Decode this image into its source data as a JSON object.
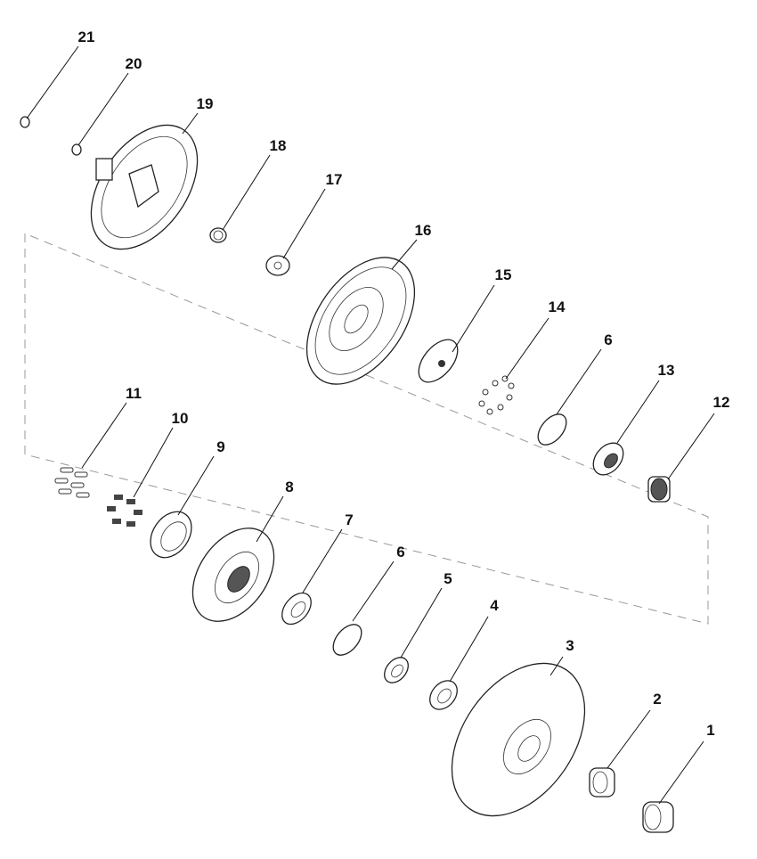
{
  "diagram": {
    "type": "exploded-parts-view",
    "callouts": [
      {
        "id": "21",
        "label": "21"
      },
      {
        "id": "20",
        "label": "20"
      },
      {
        "id": "19",
        "label": "19"
      },
      {
        "id": "18",
        "label": "18"
      },
      {
        "id": "17",
        "label": "17"
      },
      {
        "id": "16",
        "label": "16"
      },
      {
        "id": "15",
        "label": "15"
      },
      {
        "id": "14",
        "label": "14"
      },
      {
        "id": "6a",
        "label": "6"
      },
      {
        "id": "13",
        "label": "13"
      },
      {
        "id": "12",
        "label": "12"
      },
      {
        "id": "11",
        "label": "11"
      },
      {
        "id": "10",
        "label": "10"
      },
      {
        "id": "9",
        "label": "9"
      },
      {
        "id": "8",
        "label": "8"
      },
      {
        "id": "7",
        "label": "7"
      },
      {
        "id": "6b",
        "label": "6"
      },
      {
        "id": "5",
        "label": "5"
      },
      {
        "id": "4",
        "label": "4"
      },
      {
        "id": "3",
        "label": "3"
      },
      {
        "id": "2",
        "label": "2"
      },
      {
        "id": "1",
        "label": "1"
      }
    ]
  }
}
